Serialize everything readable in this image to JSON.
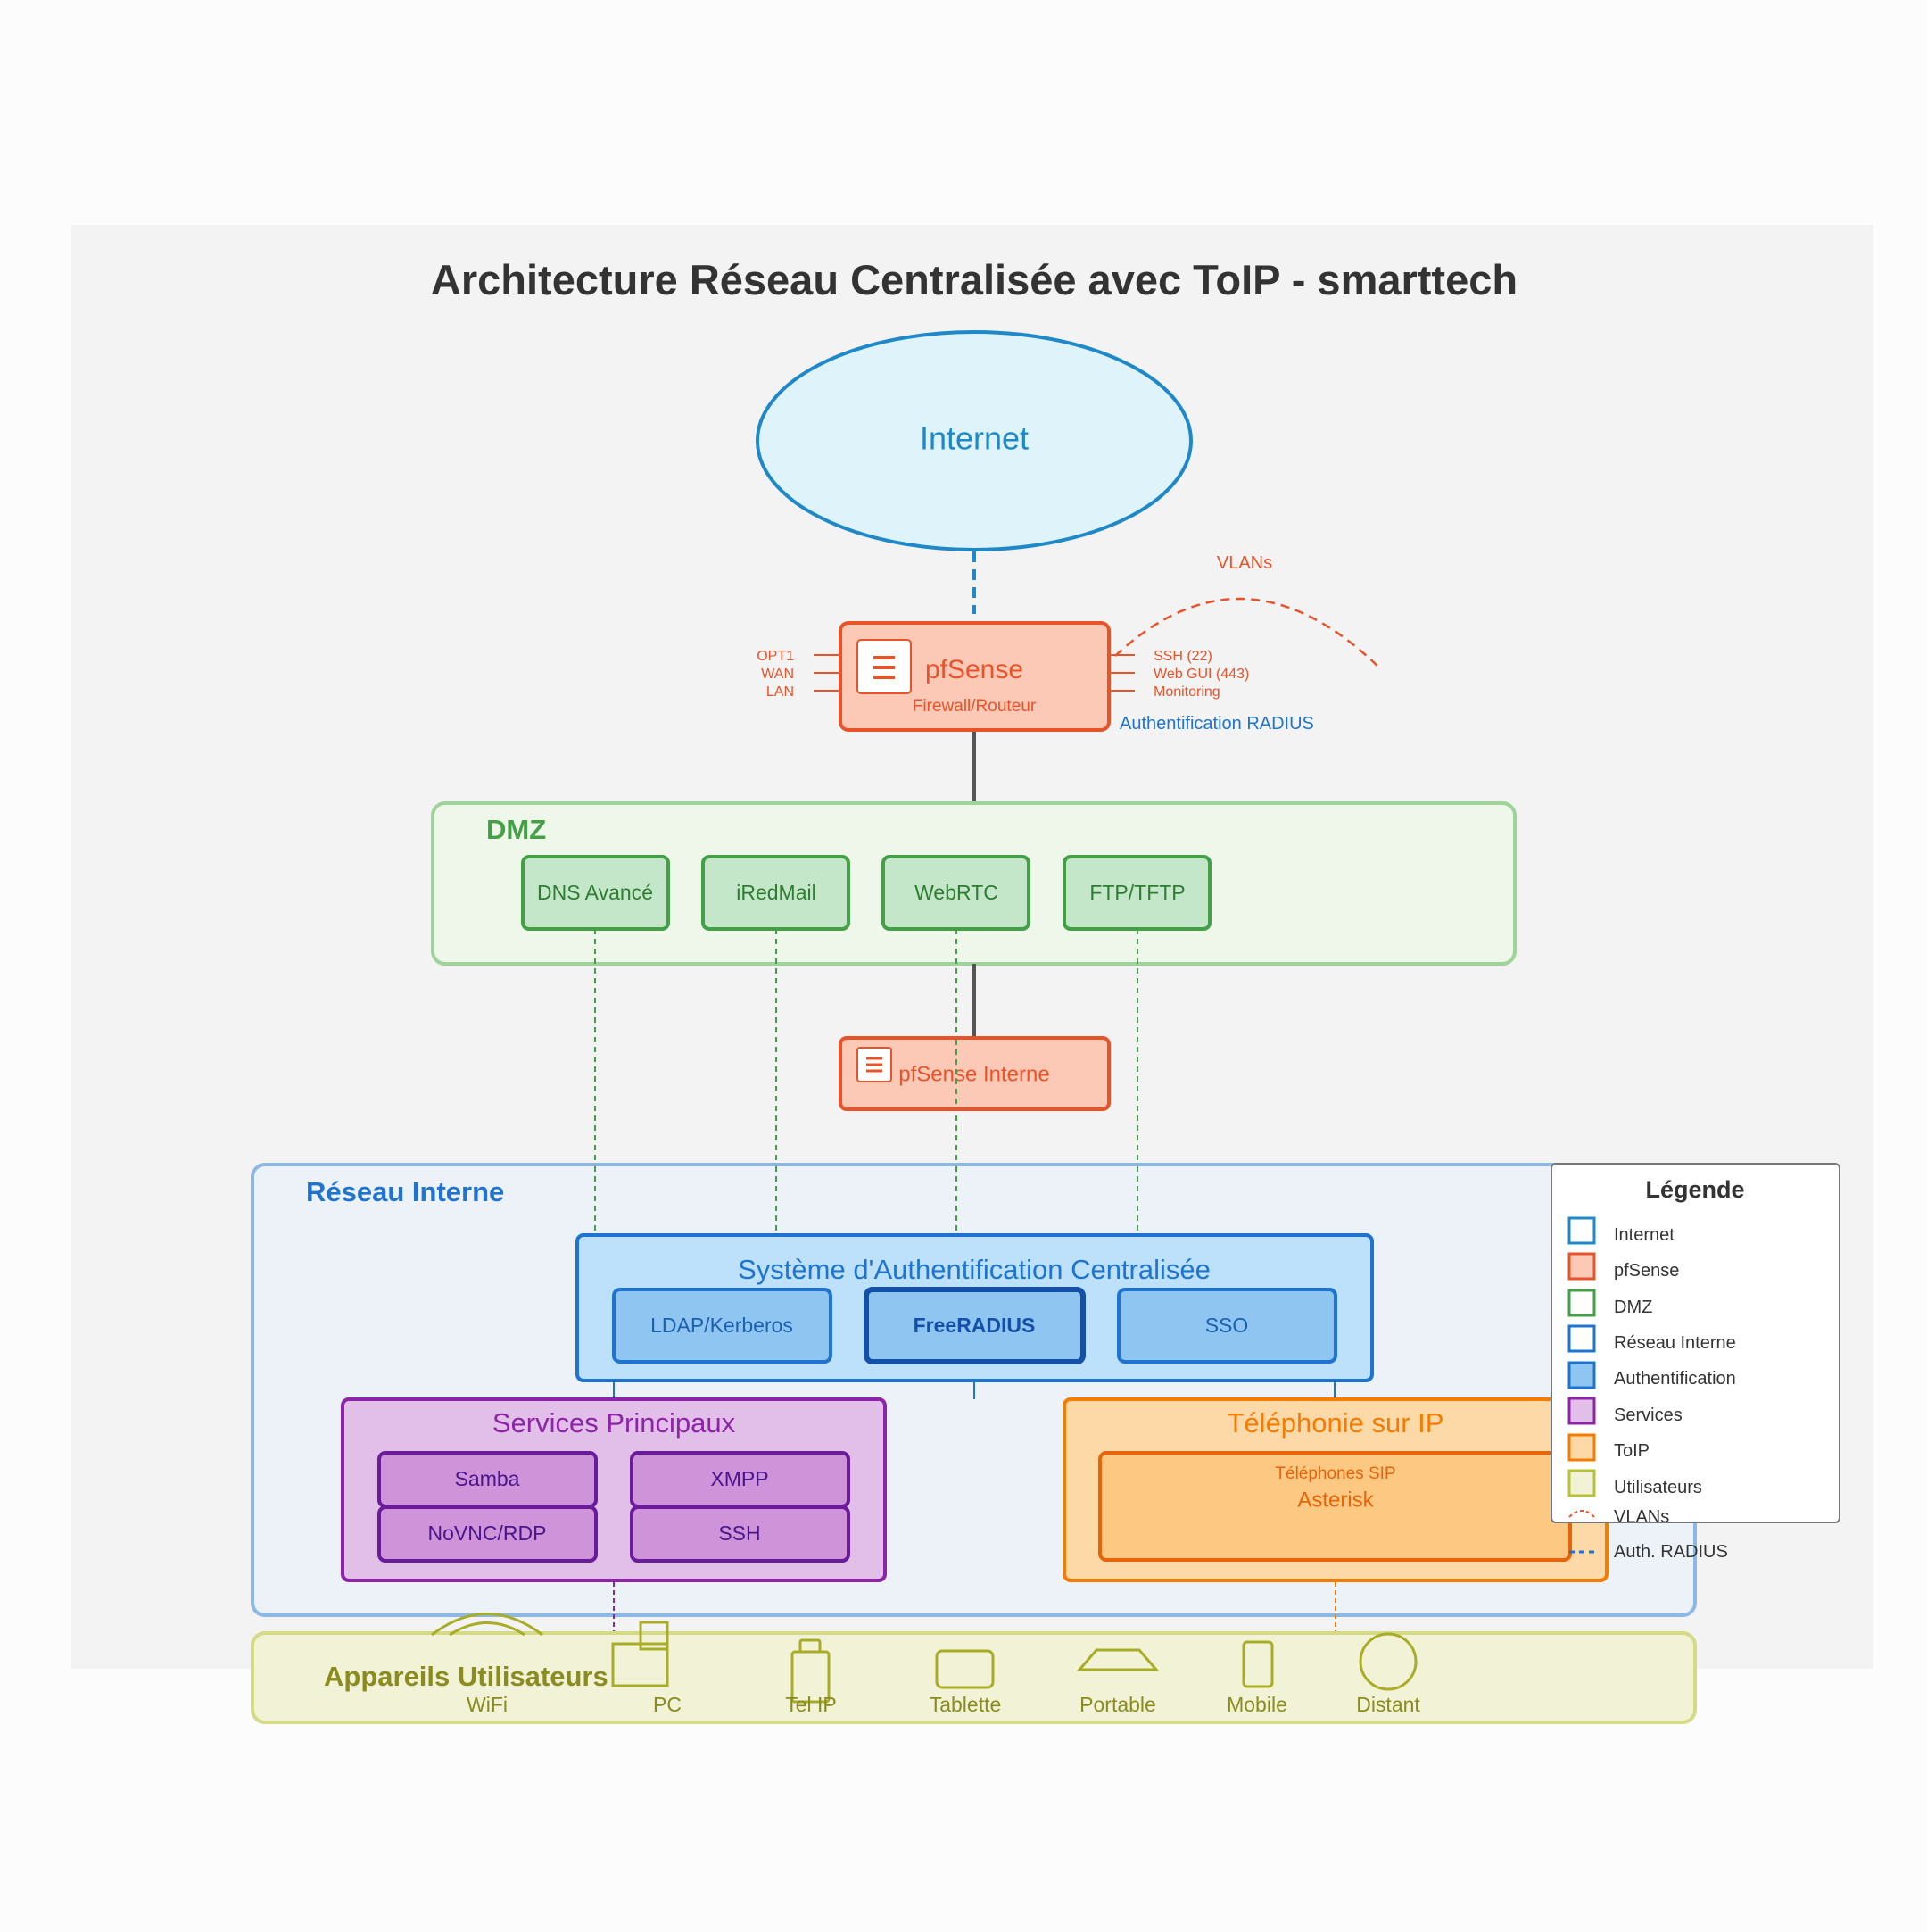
{
  "title": "Architecture Réseau Centralisée avec ToIP - smarttech",
  "internet": {
    "label": "Internet"
  },
  "pfsense": {
    "label": "pfSense",
    "sublabel": "Firewall/Routeur",
    "left_ports": [
      "OPT1",
      "WAN",
      "LAN"
    ],
    "right_ports": [
      "SSH (22)",
      "Web GUI (443)",
      "Monitoring"
    ],
    "vlans_label": "VLANs",
    "radius_label": "Authentification RADIUS"
  },
  "dmz": {
    "title": "DMZ",
    "services": [
      "DNS Avancé",
      "iRedMail",
      "WebRTC",
      "FTP/TFTP"
    ]
  },
  "pfsense_internal": {
    "label": "pfSense Interne"
  },
  "internal": {
    "title": "Réseau Interne",
    "auth": {
      "title": "Système d'Authentification Centralisée",
      "items": [
        "LDAP/Kerberos",
        "FreeRADIUS",
        "SSO"
      ]
    },
    "services": {
      "title": "Services Principaux",
      "items": [
        "Samba",
        "XMPP",
        "NoVNC/RDP",
        "SSH"
      ]
    },
    "toip": {
      "title": "Téléphonie sur IP",
      "phones": "Téléphones SIP",
      "server": "Asterisk"
    }
  },
  "devices": {
    "title": "Appareils Utilisateurs",
    "items": [
      {
        "label": "WiFi",
        "icon": "wifi-icon"
      },
      {
        "label": "PC",
        "icon": "pc-icon"
      },
      {
        "label": "Tel IP",
        "icon": "ip-phone-icon"
      },
      {
        "label": "Tablette",
        "icon": "tablet-icon"
      },
      {
        "label": "Portable",
        "icon": "laptop-icon"
      },
      {
        "label": "Mobile",
        "icon": "mobile-icon"
      },
      {
        "label": "Distant",
        "icon": "remote-icon"
      }
    ]
  },
  "legend": {
    "title": "Légende",
    "items": [
      {
        "label": "Internet",
        "color": "#1e88c8"
      },
      {
        "label": "pfSense",
        "color": "#e8532a"
      },
      {
        "label": "DMZ",
        "color": "#43a047"
      },
      {
        "label": "Réseau Interne",
        "color": "#1e74d0"
      },
      {
        "label": "Authentification",
        "color": "#1e74d0"
      },
      {
        "label": "Services",
        "color": "#9c27b0"
      },
      {
        "label": "ToIP",
        "color": "#f57c00"
      },
      {
        "label": "Utilisateurs",
        "color": "#b8c236"
      },
      {
        "label": "VLANs",
        "color": "#e8532a"
      },
      {
        "label": "Auth. RADIUS",
        "color": "#1e74d0"
      }
    ]
  },
  "colors": {
    "internet": "#1e88c8",
    "pfsense": "#e8532a",
    "dmz": "#43a047",
    "internal": "#1e74d0",
    "services": "#8e24aa",
    "toip": "#f57c00",
    "users": "#a8ad25"
  }
}
